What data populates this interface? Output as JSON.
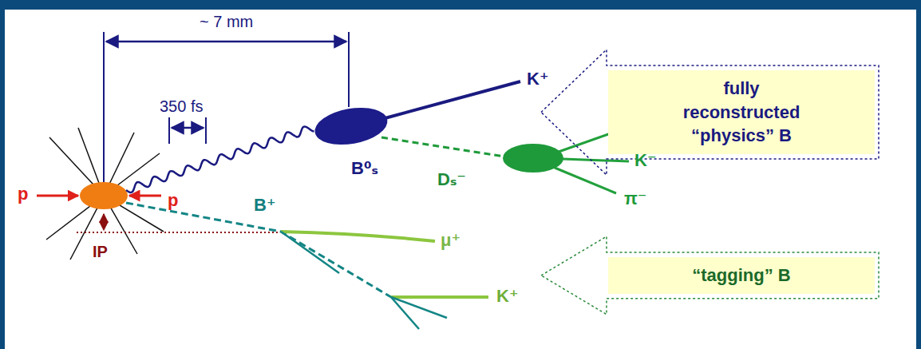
{
  "diagram": {
    "nodes": [
      {
        "text": [
          "fully reconstructed “physics” B"
        ]
      },
      {
        "text": [
          "“tagging” B"
        ]
      }
    ],
    "labels": [
      "~ 7 mm",
      "350 fs",
      "K⁺",
      "B⁰ₛ",
      "Dₛ⁻",
      "K⁺",
      "K⁻",
      "π⁻",
      "p",
      "p",
      "B⁺",
      "IP",
      "μ⁺",
      "K⁺"
    ]
  }
}
